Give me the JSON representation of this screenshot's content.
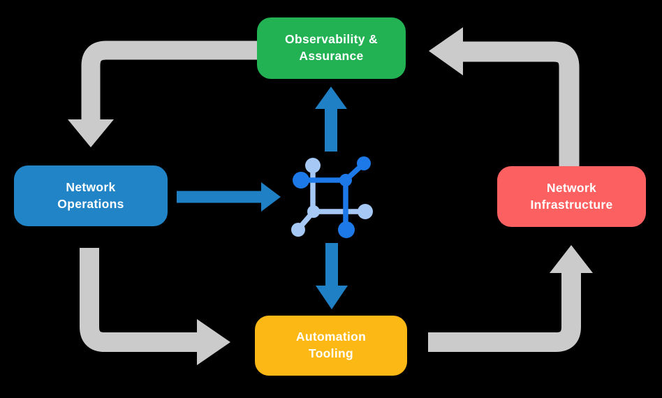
{
  "diagram": {
    "background": "#000000",
    "nodes": [
      {
        "id": "observability",
        "label": "Observability &\nAssurance",
        "color": "#22B254",
        "text_color": "#FFFFFF"
      },
      {
        "id": "operations",
        "label": "Network\nOperations",
        "color": "#2184C7",
        "text_color": "#FFFFFF"
      },
      {
        "id": "infrastructure",
        "label": "Network\nInfrastructure",
        "color": "#FC6060",
        "text_color": "#FFFFFF"
      },
      {
        "id": "automation",
        "label": "Automation\nTooling",
        "color": "#FCB815",
        "text_color": "#FFFFFF"
      }
    ],
    "center_icon": {
      "name": "network-fabric-icon",
      "primary_color": "#1D79E8",
      "secondary_color": "#A5C8F5"
    },
    "edges": [
      {
        "from": "observability",
        "to": "operations",
        "style": "elbow",
        "color": "#CBCBCB"
      },
      {
        "from": "operations",
        "to": "automation",
        "style": "elbow",
        "color": "#CBCBCB"
      },
      {
        "from": "automation",
        "to": "infrastructure",
        "style": "elbow",
        "color": "#CBCBCB"
      },
      {
        "from": "infrastructure",
        "to": "observability",
        "style": "elbow",
        "color": "#CBCBCB"
      },
      {
        "from": "operations",
        "to": "center-icon",
        "style": "straight",
        "color": "#2080C5"
      },
      {
        "from": "center-icon",
        "to": "observability",
        "style": "straight",
        "color": "#2080C5"
      },
      {
        "from": "center-icon",
        "to": "automation",
        "style": "straight",
        "color": "#2080C5"
      }
    ]
  }
}
